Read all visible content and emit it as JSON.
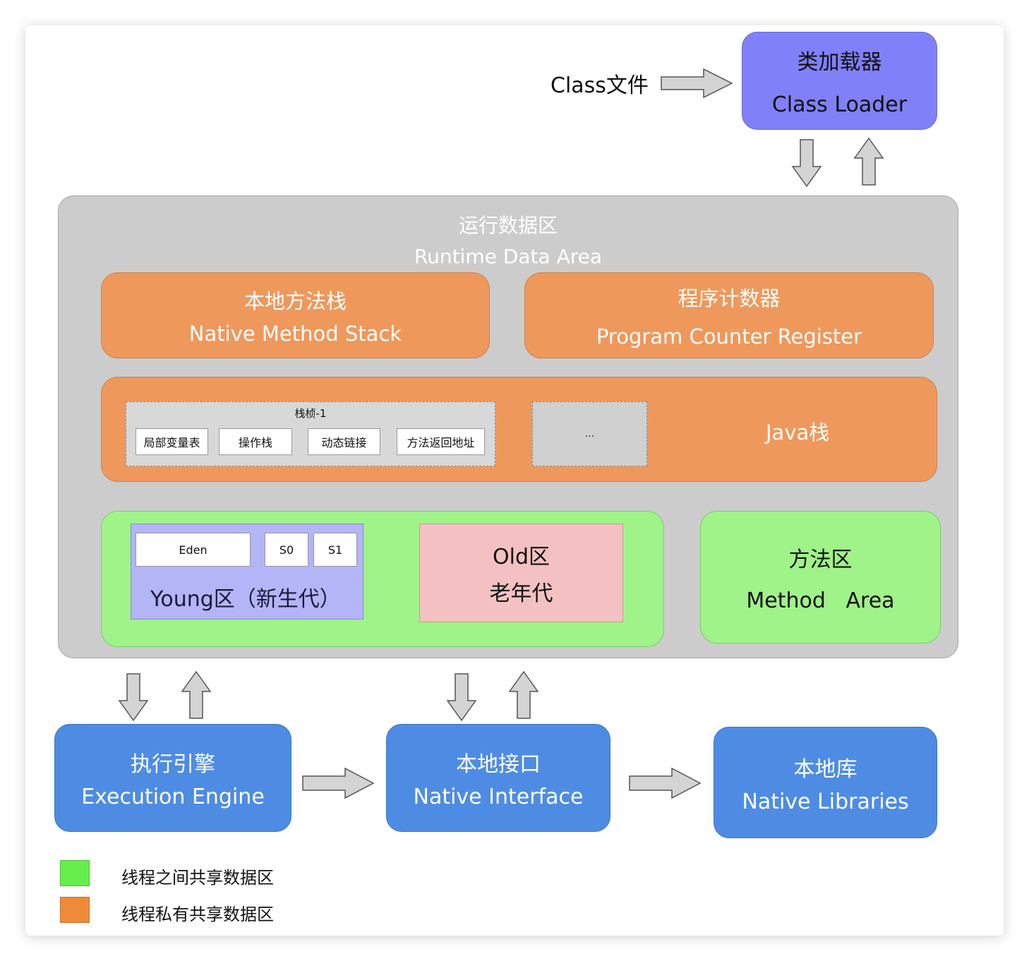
{
  "class_file": "Class文件",
  "class_loader": {
    "zh": "类加载器",
    "en": "Class Loader"
  },
  "runtime_area": {
    "zh": "运行数据区",
    "en": "Runtime Data Area"
  },
  "native_method_stack": {
    "zh": "本地方法栈",
    "en": "Native Method Stack"
  },
  "program_counter": {
    "zh": "程序计数器",
    "en": "Program Counter Register"
  },
  "java_stack": {
    "label": "Java栈",
    "frame_title": "栈桢-1",
    "slots": [
      "局部变量表",
      "操作栈",
      "动态链接",
      "方法返回地址"
    ],
    "more": "..."
  },
  "heap": {
    "young_label": "Young区（新生代）",
    "eden": "Eden",
    "s0": "S0",
    "s1": "S1",
    "old_en": "Old区",
    "old_zh": "老年代"
  },
  "method_area": {
    "zh": "方法区",
    "en": "Method   Area"
  },
  "execution_engine": {
    "zh": "执行引擎",
    "en": "Execution Engine"
  },
  "native_interface": {
    "zh": "本地接口",
    "en": "Native Interface"
  },
  "native_libraries": {
    "zh": "本地库",
    "en": "Native Libraries"
  },
  "legend": [
    {
      "color": "#66ee4d",
      "label": "线程之间共享数据区"
    },
    {
      "color": "#ef8a3a",
      "label": "线程私有共享数据区"
    }
  ],
  "colors": {
    "loader": "#8080f8",
    "runtime_area": "#cccccc",
    "orange": "#ef985c",
    "green": "#a0f388",
    "young": "#b3b5f6",
    "old": "#f3c1c1",
    "blue": "#4e8ce3",
    "arrow": "#d4d4d4"
  }
}
